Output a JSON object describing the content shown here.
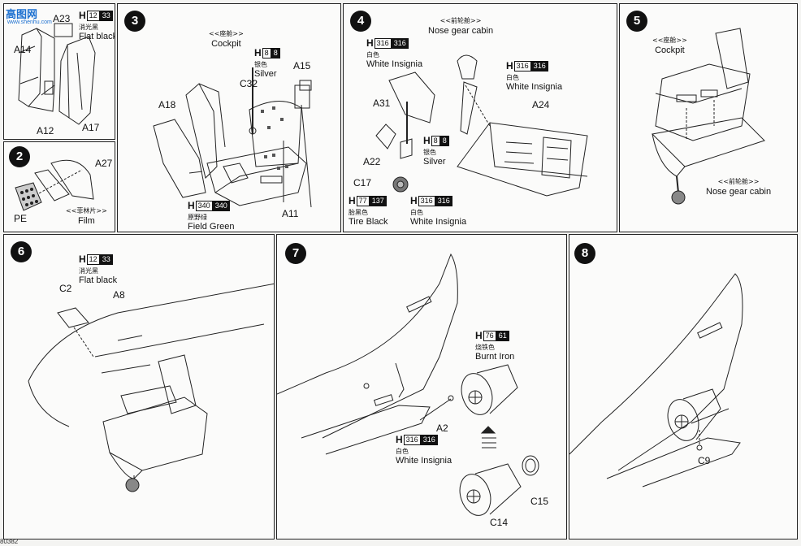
{
  "watermark": {
    "logo": "高图网",
    "url": "www.shenhu.com"
  },
  "step1": {
    "parts": [
      "A23",
      "A14",
      "A12",
      "A17"
    ],
    "paint": {
      "h": "H",
      "c1": "12",
      "c2": "33",
      "cn": "消光黑",
      "en": "Flat black"
    }
  },
  "step2": {
    "number": "2",
    "parts": [
      "A27",
      "PE"
    ],
    "film_cn": "<<菲林片>>",
    "film_en": "Film"
  },
  "step3": {
    "number": "3",
    "title_cn": "<<座舱>>",
    "title_en": "Cockpit",
    "parts": [
      "A15",
      "C32",
      "A18",
      "A11"
    ],
    "paint_silver": {
      "h": "H",
      "c1": "8",
      "c2": "8",
      "cn": "银色",
      "en": "Silver"
    },
    "paint_green": {
      "h": "H",
      "c1": "340",
      "c2": "340",
      "cn": "原野绿",
      "en": "Field Green"
    }
  },
  "step4": {
    "number": "4",
    "title_cn": "<<前轮舱>>",
    "title_en": "Nose gear cabin",
    "parts": [
      "A31",
      "A24",
      "A22",
      "C17"
    ],
    "paint_white1": {
      "h": "H",
      "c1": "316",
      "c2": "316",
      "cn": "白色",
      "en": "White Insignia"
    },
    "paint_white2": {
      "h": "H",
      "c1": "316",
      "c2": "316",
      "cn": "白色",
      "en": "White Insignia"
    },
    "paint_white3": {
      "h": "H",
      "c1": "316",
      "c2": "316",
      "cn": "白色",
      "en": "White Insignia"
    },
    "paint_silver": {
      "h": "H",
      "c1": "8",
      "c2": "8",
      "cn": "银色",
      "en": "Silver"
    },
    "paint_tire": {
      "h": "H",
      "c1": "77",
      "c2": "137",
      "cn": "胎黑色",
      "en": "Tire Black"
    }
  },
  "step5": {
    "number": "5",
    "cockpit_cn": "<<座舱>>",
    "cockpit_en": "Cockpit",
    "gear_cn": "<<前轮舱>>",
    "gear_en": "Nose gear cabin"
  },
  "step6": {
    "number": "6",
    "parts": [
      "C2",
      "A8"
    ],
    "paint": {
      "h": "H",
      "c1": "12",
      "c2": "33",
      "cn": "消光黑",
      "en": "Flat black"
    }
  },
  "step7": {
    "number": "7",
    "parts": [
      "A2",
      "C15",
      "C14"
    ],
    "paint_iron": {
      "h": "H",
      "c1": "76",
      "c2": "61",
      "cn": "烧铁色",
      "en": "Burnt Iron"
    },
    "paint_white": {
      "h": "H",
      "c1": "316",
      "c2": "316",
      "cn": "白色",
      "en": "White Insignia"
    }
  },
  "step8": {
    "number": "8",
    "parts": [
      "C9"
    ]
  },
  "footer": {
    "code": "80382"
  }
}
